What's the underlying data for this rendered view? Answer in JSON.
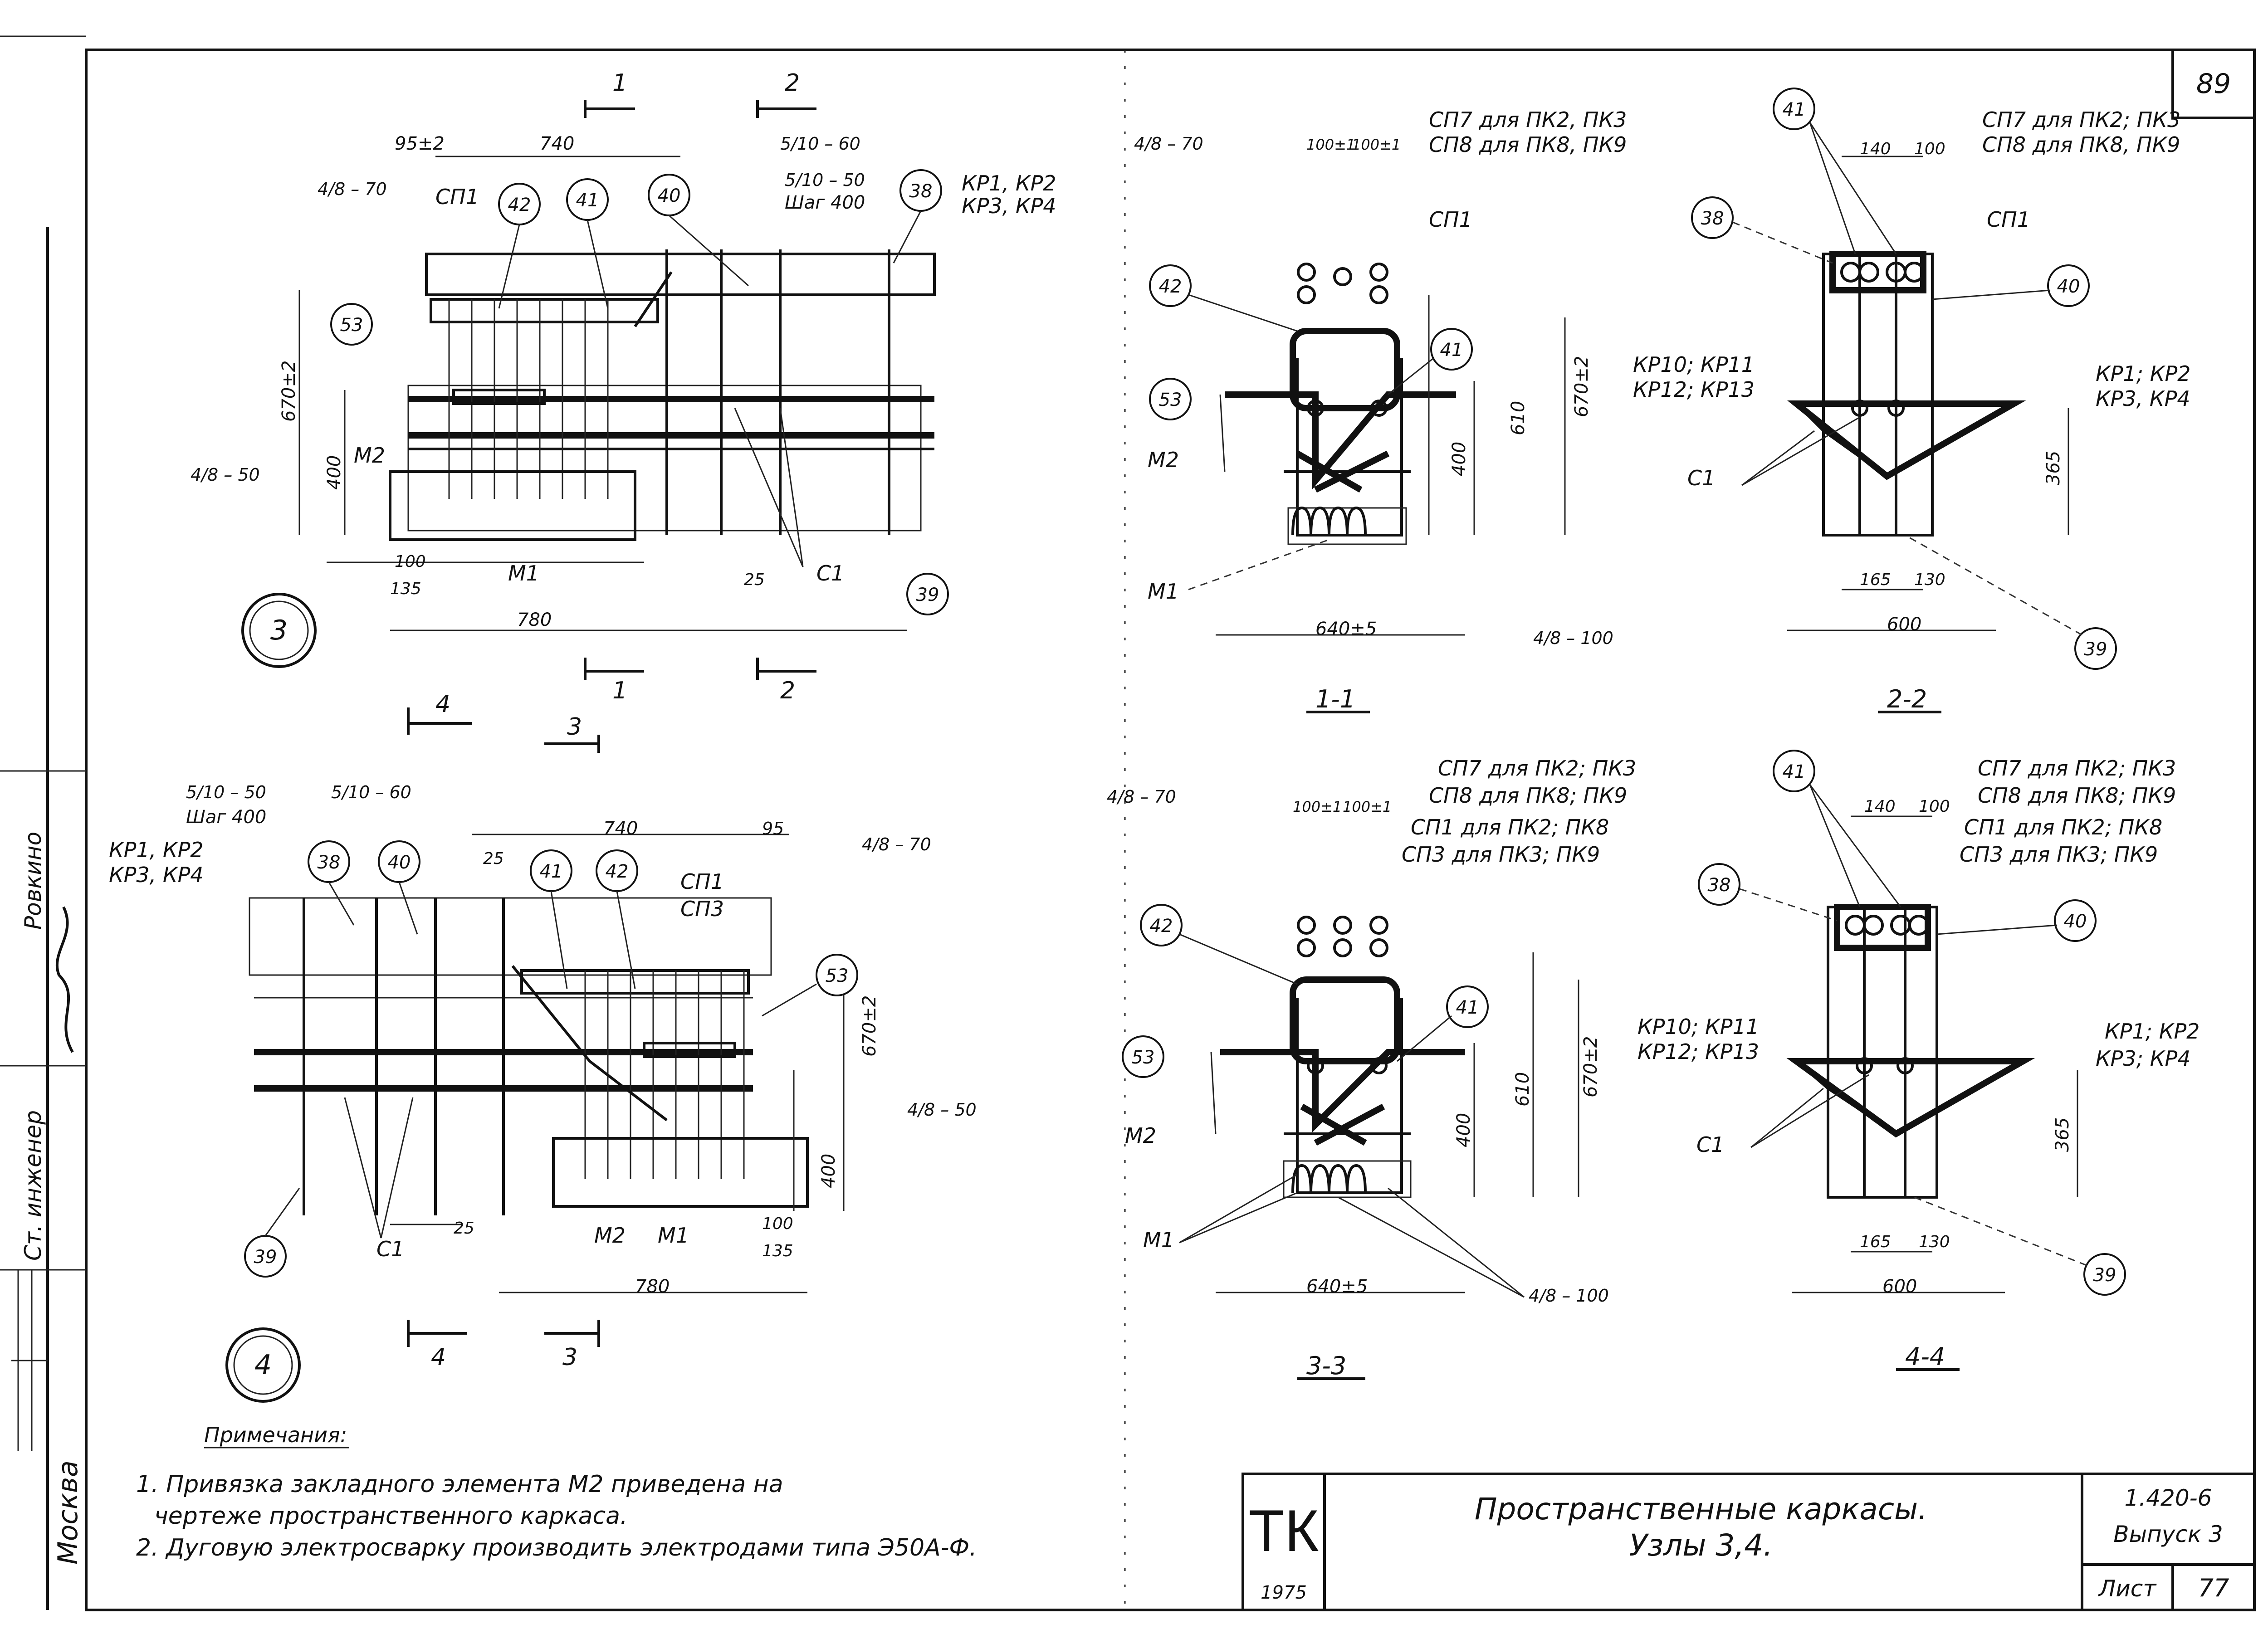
{
  "sheet": {
    "sheet_no": "89",
    "stamp_org": "Москва",
    "stamp_role": "Ст. инженер",
    "stamp_name": "Ровкино"
  },
  "title_block": {
    "logo": "ТК",
    "year": "1975",
    "title_line1": "Пространственные каркасы.",
    "title_line2": "Узлы 3,4.",
    "series": "1.420-6",
    "issue": "Выпуск 3",
    "sheet_label": "Лист",
    "sheet_value": "77"
  },
  "node3": {
    "number": "3",
    "section_marks": [
      "1",
      "2",
      "1",
      "2",
      "4",
      "3"
    ],
    "dims": [
      "95±2",
      "740",
      "670±2",
      "400",
      "100",
      "135",
      "780",
      "25"
    ],
    "labels": [
      "СП1",
      "М2",
      "М1",
      "С1",
      "КР1, КР2",
      "КР3, КР4"
    ],
    "weld_marks": [
      "4/8 – 70",
      "4/8 – 50",
      "5/10 – 60",
      "5/10 – 50",
      "Шаг 400"
    ],
    "callouts": [
      "42",
      "41",
      "40",
      "38",
      "53",
      "39"
    ]
  },
  "node4": {
    "number": "4",
    "section_marks": [
      "4",
      "3",
      "4",
      "3"
    ],
    "dims": [
      "740",
      "95",
      "25",
      "670±2",
      "400",
      "100",
      "135",
      "780",
      "25"
    ],
    "labels": [
      "СП1",
      "СП3",
      "КР1, КР2",
      "КР3, КР4",
      "С1",
      "М2",
      "М1"
    ],
    "weld_marks": [
      "5/10 – 50",
      "Шаг 400",
      "5/10 – 60",
      "4/8 – 70",
      "4/8 – 50"
    ],
    "callouts": [
      "38",
      "40",
      "41",
      "42",
      "53",
      "39"
    ]
  },
  "sec11": {
    "title": "1-1",
    "note1": "СП7 для ПК2, ПК3",
    "note2": "СП8 для ПК8, ПК9",
    "dims": [
      "100±1",
      "100±1",
      "610",
      "670±2",
      "400",
      "640±5"
    ],
    "labels": [
      "СП1",
      "М2",
      "М1"
    ],
    "weld_marks": [
      "4/8 – 70",
      "4/8 – 100"
    ],
    "callouts": [
      "42",
      "41",
      "53"
    ]
  },
  "sec22": {
    "title": "2-2",
    "note1": "СП7 для ПК2; ПК3",
    "note2": "СП8 для ПК8, ПК9",
    "dims": [
      "140",
      "100",
      "365",
      "165",
      "130",
      "600"
    ],
    "labels": [
      "СП1",
      "КР10; КР11",
      "КР12; КР13",
      "КР1; КР2",
      "КР3, КР4",
      "С1"
    ],
    "callouts": [
      "41",
      "38",
      "40",
      "39"
    ]
  },
  "sec33": {
    "title": "3-3",
    "note1": "СП7 для ПК2; ПК3",
    "note2": "СП8 для ПК8; ПК9",
    "note3": "СП1 для ПК2; ПК8",
    "note4": "СП3 для ПК3; ПК9",
    "dims": [
      "100±1",
      "100±1",
      "610",
      "670±2",
      "400",
      "640±5"
    ],
    "labels": [
      "М2",
      "М1"
    ],
    "weld_marks": [
      "4/8 – 70",
      "4/8 – 100"
    ],
    "callouts": [
      "42",
      "41",
      "53"
    ]
  },
  "sec44": {
    "title": "4-4",
    "note1": "СП7 для ПК2; ПК3",
    "note2": "СП8 для ПК8; ПК9",
    "note3": "СП1 для ПК2; ПК8",
    "note4": "СП3 для ПК3; ПК9",
    "dims": [
      "140",
      "100",
      "365",
      "165",
      "130",
      "600"
    ],
    "labels": [
      "КР10; КР11",
      "КР12; КР13",
      "КР1; КР2",
      "КР3; КР4",
      "С1"
    ],
    "callouts": [
      "41",
      "38",
      "40",
      "39"
    ]
  },
  "notes": {
    "heading": "Примечания:",
    "n1a": "1. Привязка закладного элемента М2 приведена на",
    "n1b": "чертеже пространственного каркаса.",
    "n2": "2. Дуговую электросварку производить электродами типа Э50А-Ф."
  }
}
